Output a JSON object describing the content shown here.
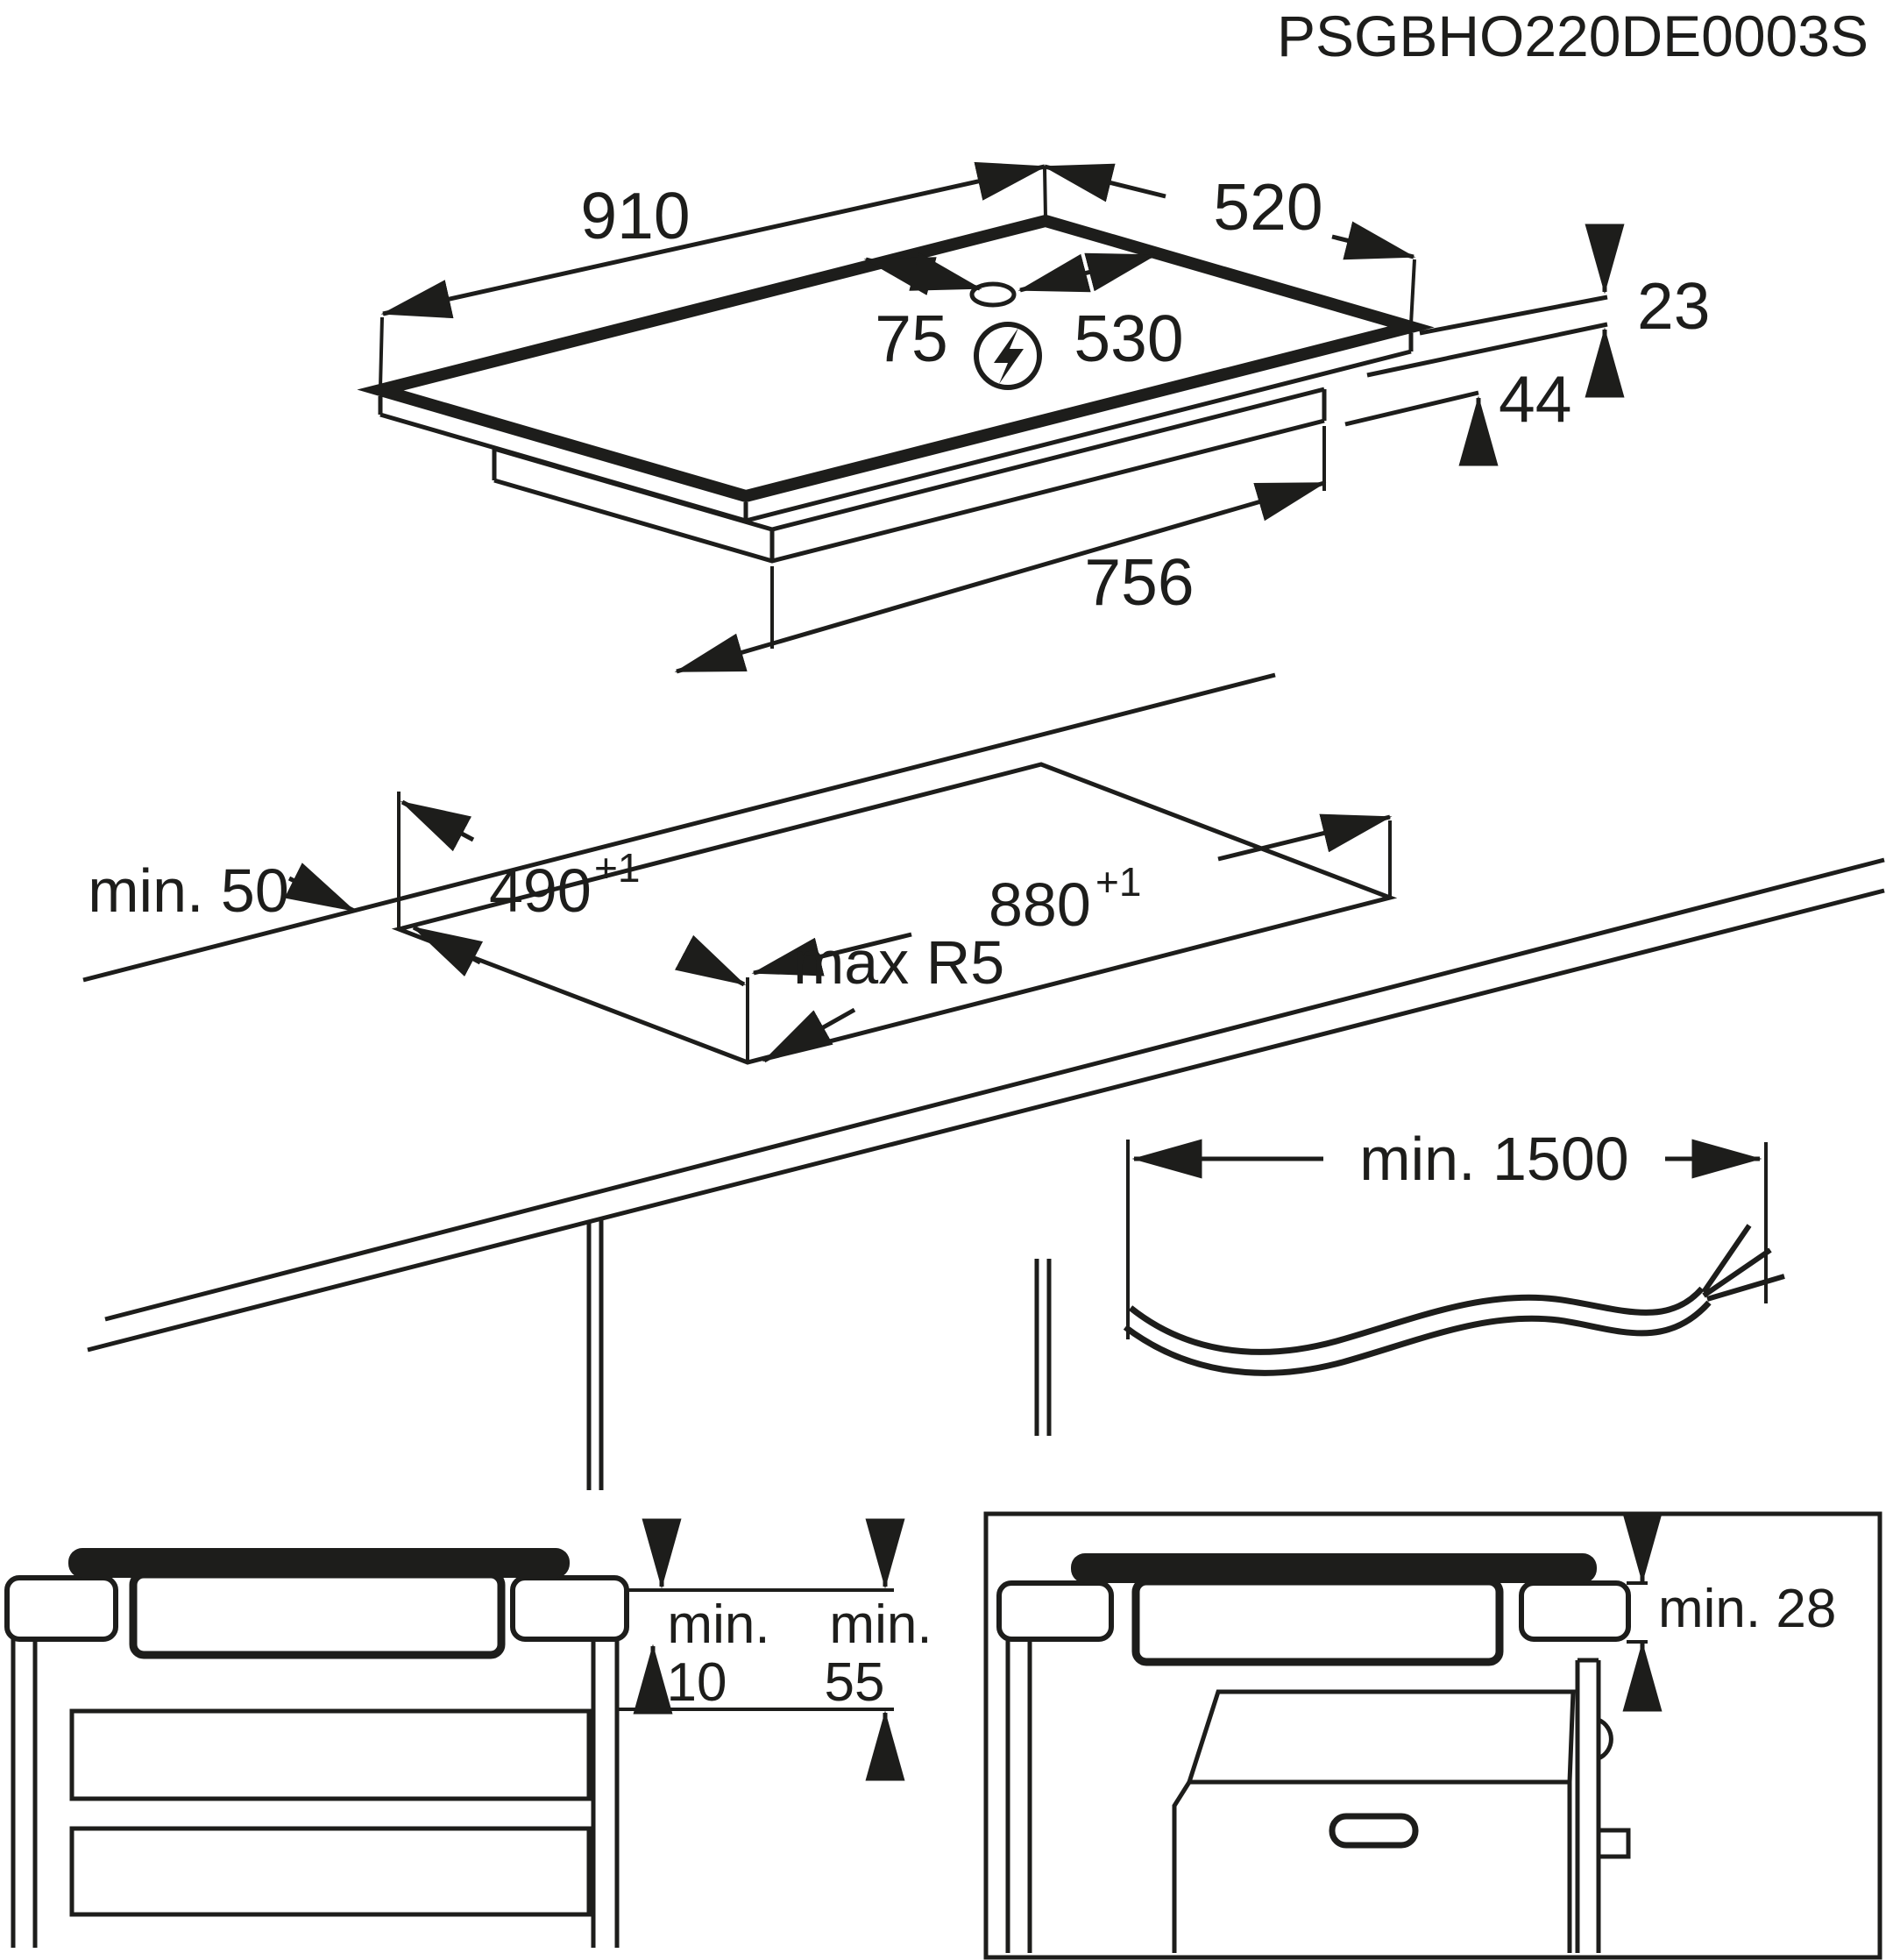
{
  "title": "PSGBHO220DE0003S",
  "colors": {
    "ink": "#1d1d1b",
    "background": "#ffffff"
  },
  "top_view": {
    "width": "910",
    "depth": "520",
    "cable_offset": "75",
    "cable_to_edge": "530",
    "height_above_worktop": "23",
    "height_below_worktop": "44",
    "casing_width": "756"
  },
  "cutout_view": {
    "wall_clearance": "min. 50",
    "depth": "490",
    "depth_tolerance": "+1",
    "width": "880",
    "width_tolerance": "+1",
    "corner_radius": "max R5"
  },
  "cable": {
    "min_length": "min. 1500"
  },
  "side_view": {
    "min_label_a": "min.",
    "min_label_b": "min.",
    "gap_below_hob": "10",
    "gap_below_worktop": "55"
  },
  "oven_view": {
    "worktop_thickness": "min. 28"
  }
}
